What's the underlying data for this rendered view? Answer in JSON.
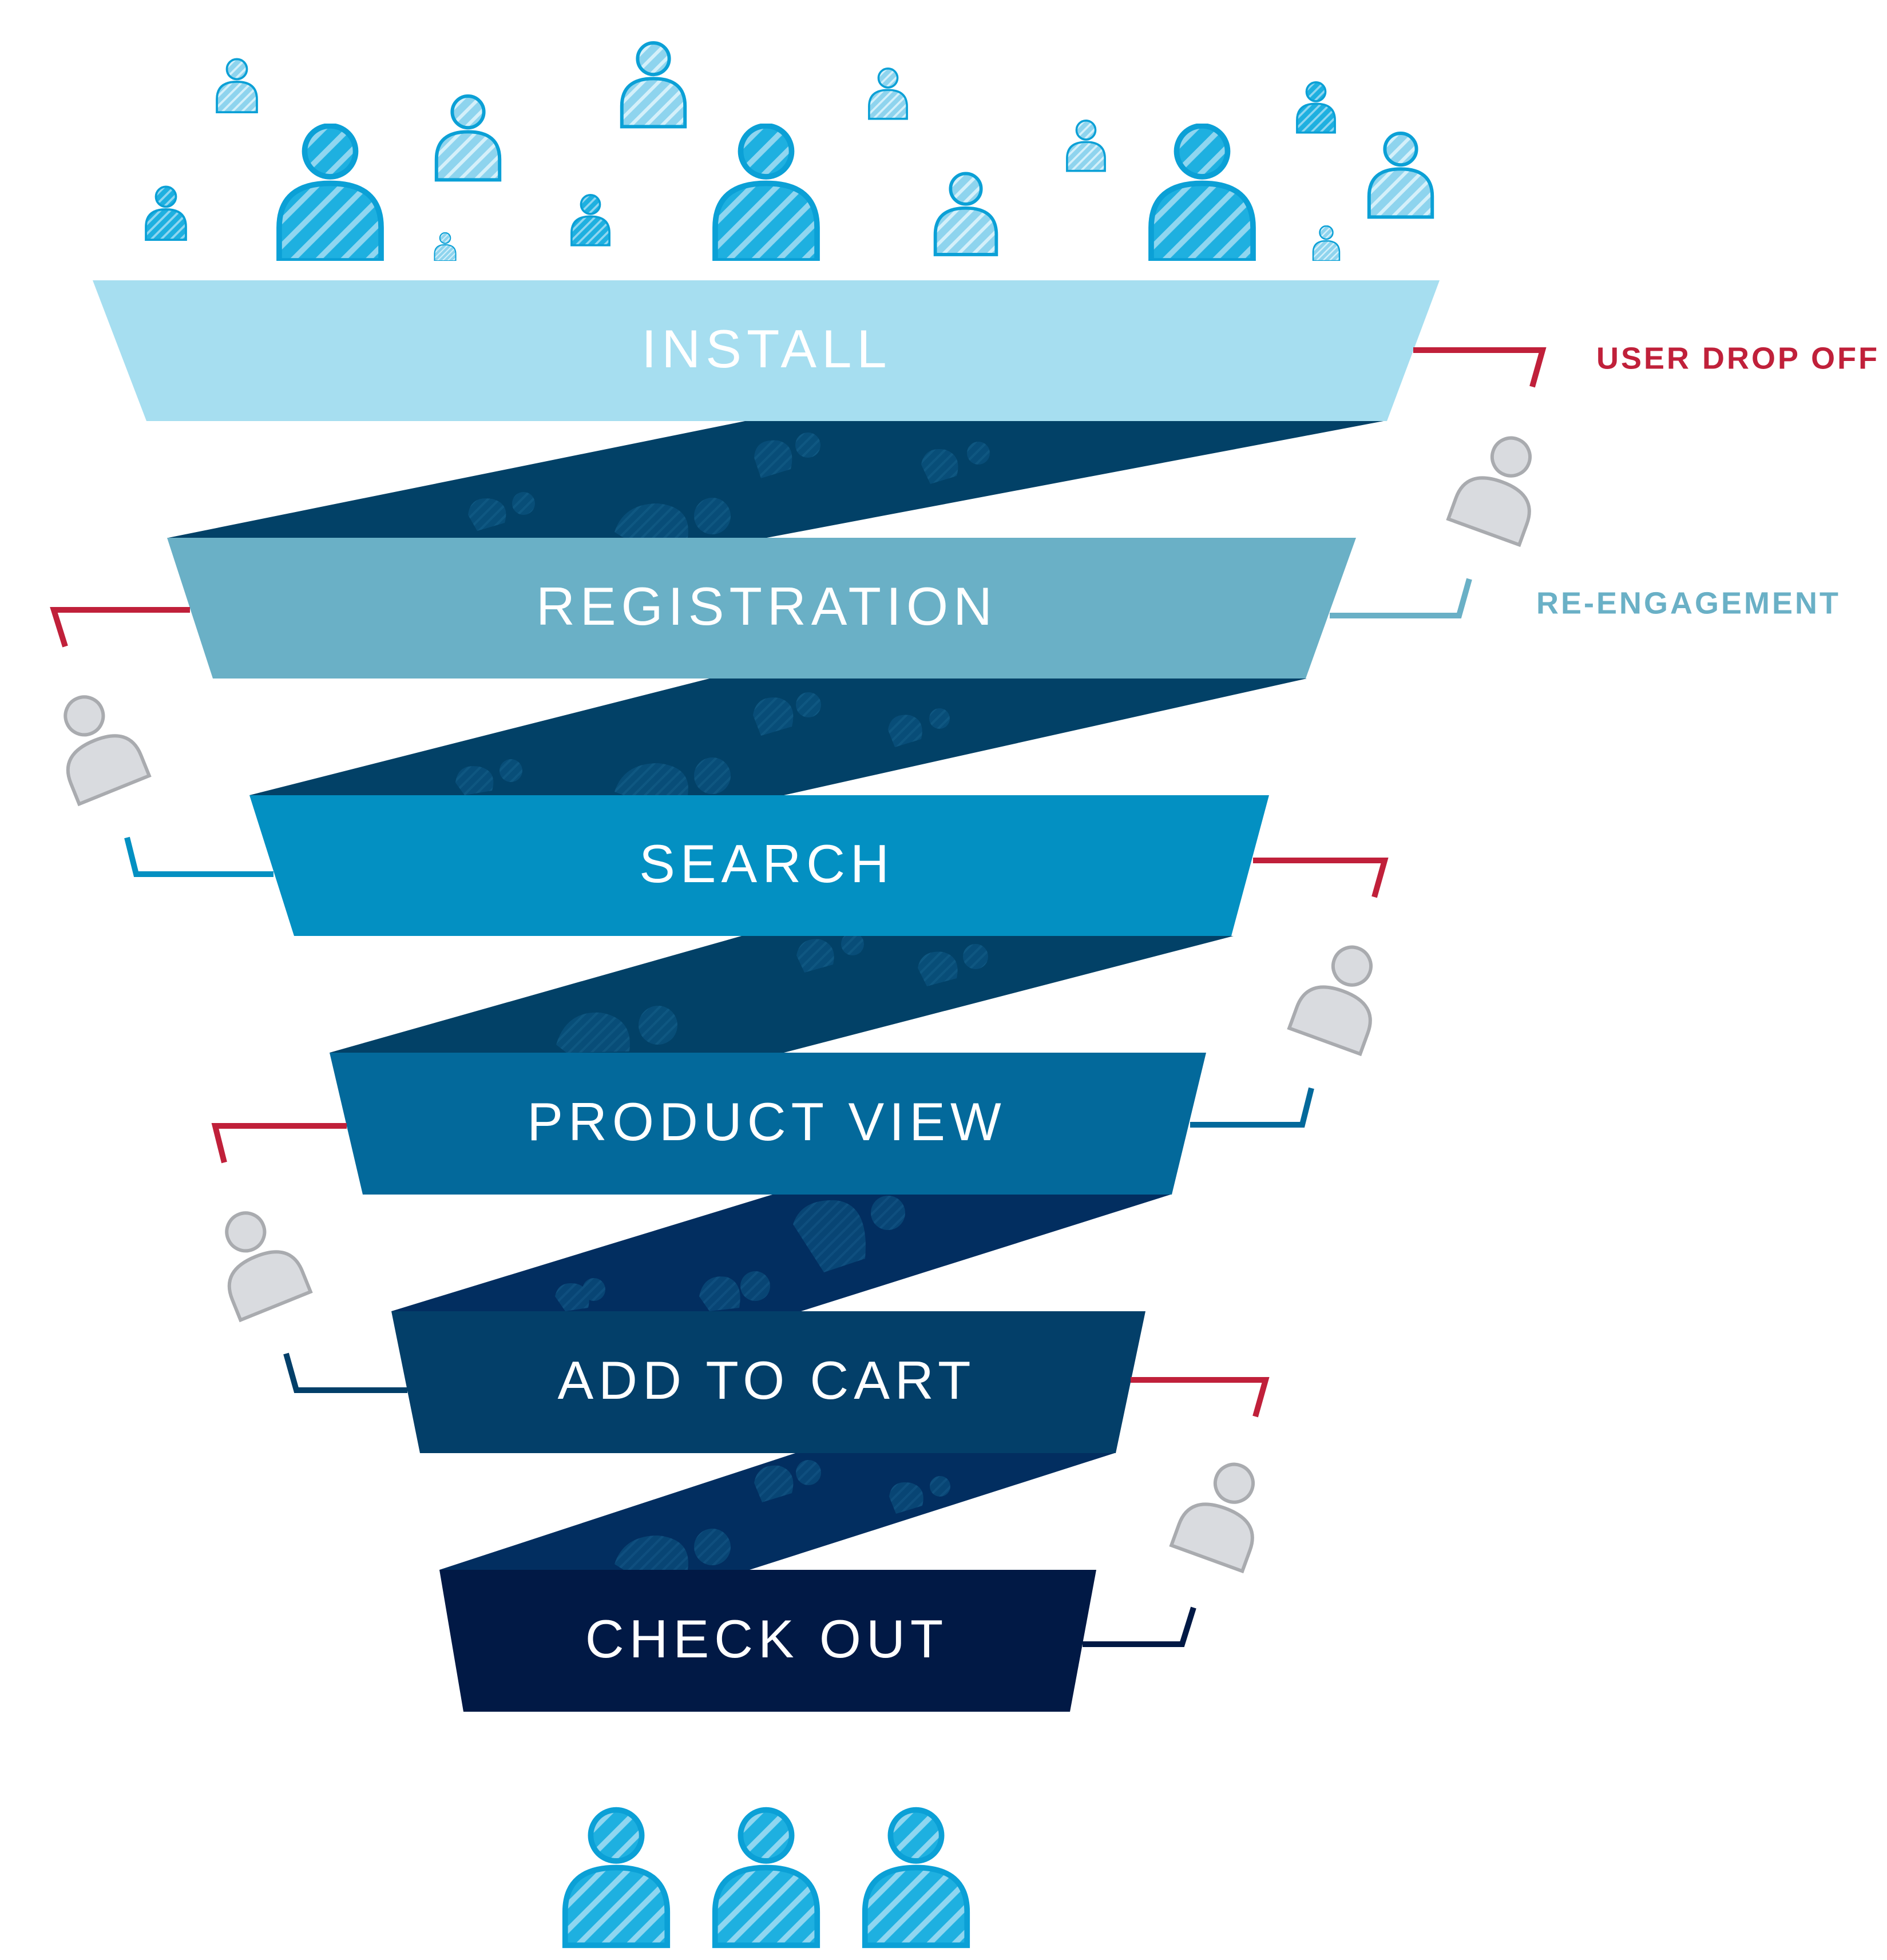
{
  "legend": {
    "drop_off": "USER DROP OFF",
    "re_engagement": "RE-ENGAGEMENT"
  },
  "stages": [
    {
      "label": "INSTALL",
      "color": "#a6def0"
    },
    {
      "label": "REGISTRATION",
      "color": "#6ab0c6"
    },
    {
      "label": "SEARCH",
      "color": "#0390c2"
    },
    {
      "label": "PRODUCT VIEW",
      "color": "#03699b"
    },
    {
      "label": "ADD TO CART",
      "color": "#033f69"
    },
    {
      "label": "CHECK OUT",
      "color": "#011945"
    }
  ],
  "colors": {
    "drop_off": "#c0203a",
    "re_engagement": "#6ab0c6",
    "connector": "#024167",
    "connector_dark": "#022e60",
    "user_icon": "#1eb0e0",
    "user_icon_stroke": "#0ba0d6",
    "dropped_user": "#d9dbdf",
    "dropped_user_stroke": "#a9abaf"
  },
  "icons": {
    "incoming_users": "user-icon",
    "dropped_users": "dropped-user-icon",
    "converted_users": "user-icon"
  }
}
